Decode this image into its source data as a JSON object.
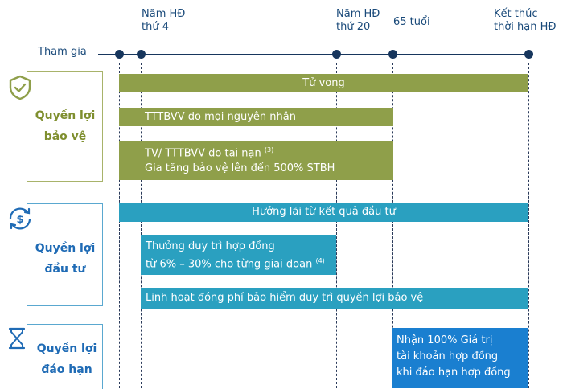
{
  "timeline": {
    "start_label": "Tham gia",
    "markers": [
      {
        "line1": "Năm HĐ",
        "line2": "thứ 4"
      },
      {
        "line1": "Năm HĐ",
        "line2": "thứ 20"
      },
      {
        "line1": "65 tuổi",
        "line2": ""
      },
      {
        "line1": "Kết thúc",
        "line2": "thời hạn HĐ"
      }
    ]
  },
  "sections": {
    "protection": {
      "label_line1": "Quyền lợi",
      "label_line2": "bảo vệ",
      "icon": "shield-check-icon"
    },
    "investment": {
      "label_line1": "Quyền lợi",
      "label_line2": "đầu tư",
      "icon": "dollar-cycle-icon"
    },
    "maturity": {
      "label_line1": "Quyền lợi",
      "label_line2": "đáo hạn",
      "icon": "hourglass-icon"
    }
  },
  "bars": {
    "death": "Tử vong",
    "tttbvv_all": "TTTBVV do mọi nguyên nhân",
    "accident_line1": "TV/ TTTBVV do tai nạn",
    "accident_sup": "(3)",
    "accident_line2": "Gia tăng bảo vệ lên đến 500% STBH",
    "investment_return": "Hưởng lãi từ kết quả đầu tư",
    "bonus_line1": "Thưởng duy trì hợp đồng",
    "bonus_line2": "từ 6% – 30% cho từng giai đoạn",
    "bonus_sup": "(4)",
    "flexible": "Linh hoạt đóng phí bảo hiểm duy trì quyền lợi bảo vệ",
    "maturity_line1": "Nhận 100% Giá trị",
    "maturity_line2": "tài khoản hợp đồng",
    "maturity_line3": "khi đáo hạn hợp đồng"
  },
  "colors": {
    "protection_bar": "#8f9f4a",
    "investment_bar": "#2aa0c0",
    "maturity_bar": "#1a7fd0",
    "timeline": "#17365d"
  }
}
